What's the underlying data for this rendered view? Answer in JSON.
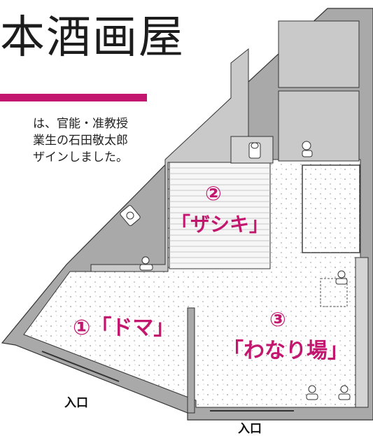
{
  "header": {
    "title": "本酒画屋",
    "description_lines": [
      "は、官能・准教授",
      "業生の石田敬太郎",
      "ザインしました。"
    ]
  },
  "rooms": [
    {
      "id": "zashiki",
      "number": "②",
      "name": "「ザシキ」"
    },
    {
      "id": "doma",
      "number": "①",
      "name": "「ドマ」"
    },
    {
      "id": "wanari",
      "number": "③",
      "name": "「わなり場」"
    }
  ],
  "entrances": [
    "入口",
    "入口"
  ],
  "colors": {
    "accent": "#c2166f",
    "wall_fill": "#a9a9a9",
    "interior_fill": "#cfcfcf",
    "floor_fill": "#ffffff",
    "line": "#333333"
  }
}
